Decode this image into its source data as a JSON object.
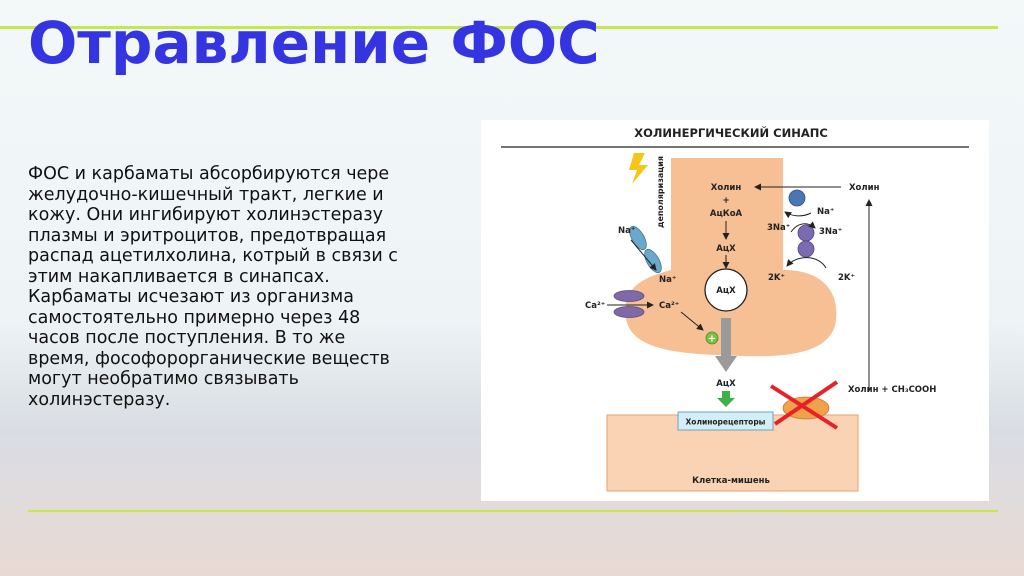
{
  "slide": {
    "title": "Отравление ФОС",
    "body": "ФОС и карбаматы абсорбируются чере\nжелудочно-кишечный тракт, легкие и\nкожу. Они ингибируют холинэстеразу\nплазмы и эритроцитов, предотвращая\nраспад ацетилхолина, котрый в связи с\nэтим накапливается в синапсах.\nКарбаматы исчезают из организма\nсамостоятельно примерно через 48\nчасов после поступления. В то же\nвремя, фософорорганические веществ\nмогут необратимо связывать\nхолинэстеразу."
  },
  "diagram": {
    "title": "ХОЛИНЕРГИЧЕСКИЙ СИНАПС",
    "depolarization": "деполяризация",
    "choline_top": "Холин",
    "choline_right": "Холин",
    "plus": "+",
    "acetyl_coa": "АцКоА",
    "ach_synth": "АцХ",
    "ach_vesicle": "АцХ",
    "ach_cleft": "АцХ",
    "na_out": "Na⁺",
    "na_in": "Na⁺",
    "na_pump": "Na⁺",
    "three_na_left": "3Na⁺",
    "three_na_right": "3Na⁺",
    "two_k_left": "2K⁺",
    "two_k_right": "2K⁺",
    "ca_out": "Ca²⁺",
    "ca_in": "Ca²⁺",
    "plus_sign": "+",
    "hydrolysis": "Холин + CH₃COOH",
    "receptors": "Холинорецепторы",
    "target_cell": "Клетка-мишень"
  },
  "colors": {
    "title": "#3434e0",
    "accent_line": "#c6e84a",
    "terminal_fill": "#f6bf94",
    "target_fill": "#f9d3b3",
    "receptor_fill": "#d3eef7",
    "na_channel": "#6aa9c9",
    "ca_channel": "#7e6aa6",
    "choline_transporter": "#4a77b4",
    "pump": "#7a6ab0",
    "enzyme": "#f0a24a",
    "cross": "#e8202a",
    "release_arrow": "#3cb04a",
    "lightning": "#f5c518"
  }
}
